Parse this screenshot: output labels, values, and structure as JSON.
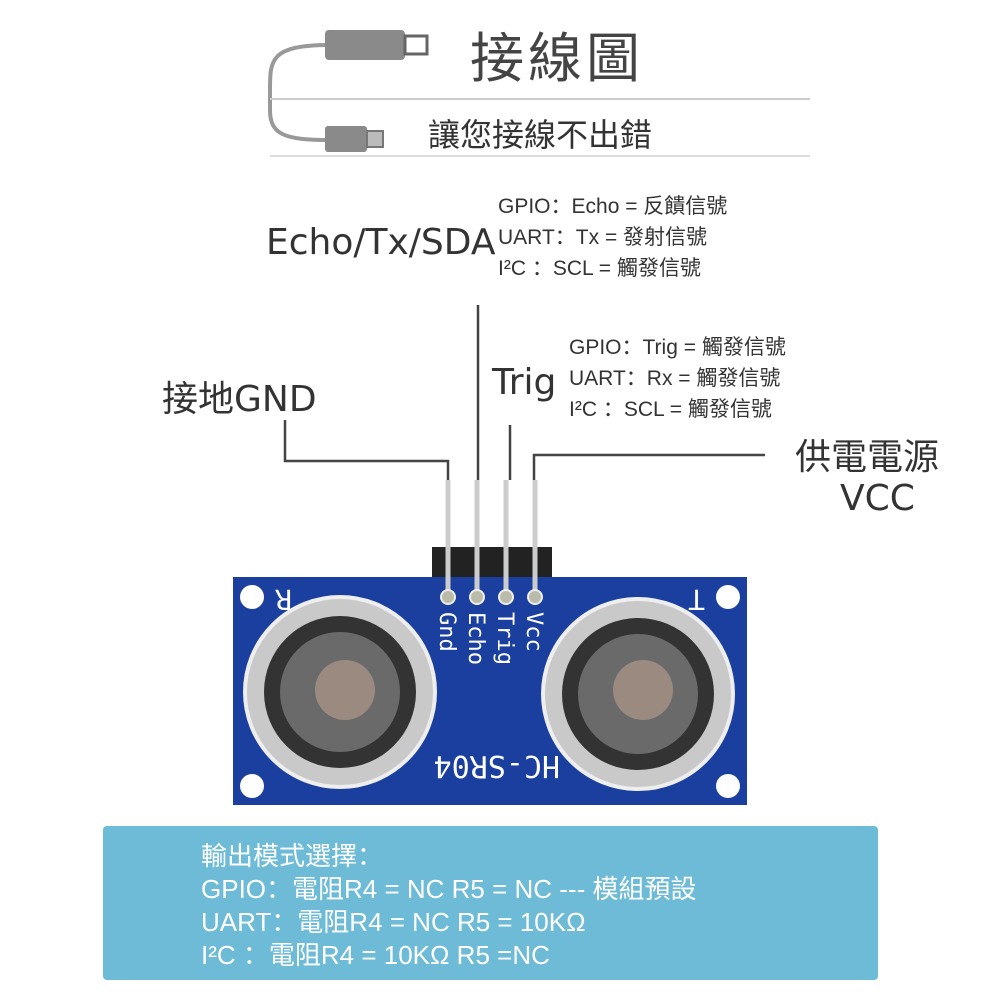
{
  "header": {
    "title": "接線圖",
    "subtitle": "讓您接線不出錯",
    "icon": "usb-cable-icon"
  },
  "pins": {
    "echo": {
      "label": "Echo/Tx/SDA",
      "modes": [
        "GPIO：Echo = 反饋信號",
        "UART：Tx   = 發射信號",
        "I²C  ：SCL  = 觸發信號"
      ]
    },
    "trig": {
      "label": "Trig",
      "modes": [
        "GPIO：Trig = 觸發信號",
        "UART：Rx   = 觸發信號",
        "I²C  ：SCL  = 觸發信號"
      ]
    },
    "gnd": {
      "label": "接地GND"
    },
    "vcc": {
      "label_cn": "供電電源",
      "label_en": "VCC"
    }
  },
  "board": {
    "model": "HC-SR04",
    "pin_labels": [
      "Gnd",
      "Echo",
      "Trig",
      "Vcc"
    ],
    "left_marker": "R",
    "right_marker": "T",
    "colors": {
      "pcb": "#1a3f9e",
      "silkscreen": "#ffffff",
      "header": "#222222"
    }
  },
  "output_mode": {
    "lines": [
      "輸出模式選擇：",
      "GPIO：電阻R4 = NC  R5 = NC --- 模組預設",
      "UART：電阻R4 = NC  R5 = 10KΩ",
      "I²C  ：電阻R4 = 10KΩ  R5 =NC"
    ],
    "color": "#6ebbd7"
  }
}
